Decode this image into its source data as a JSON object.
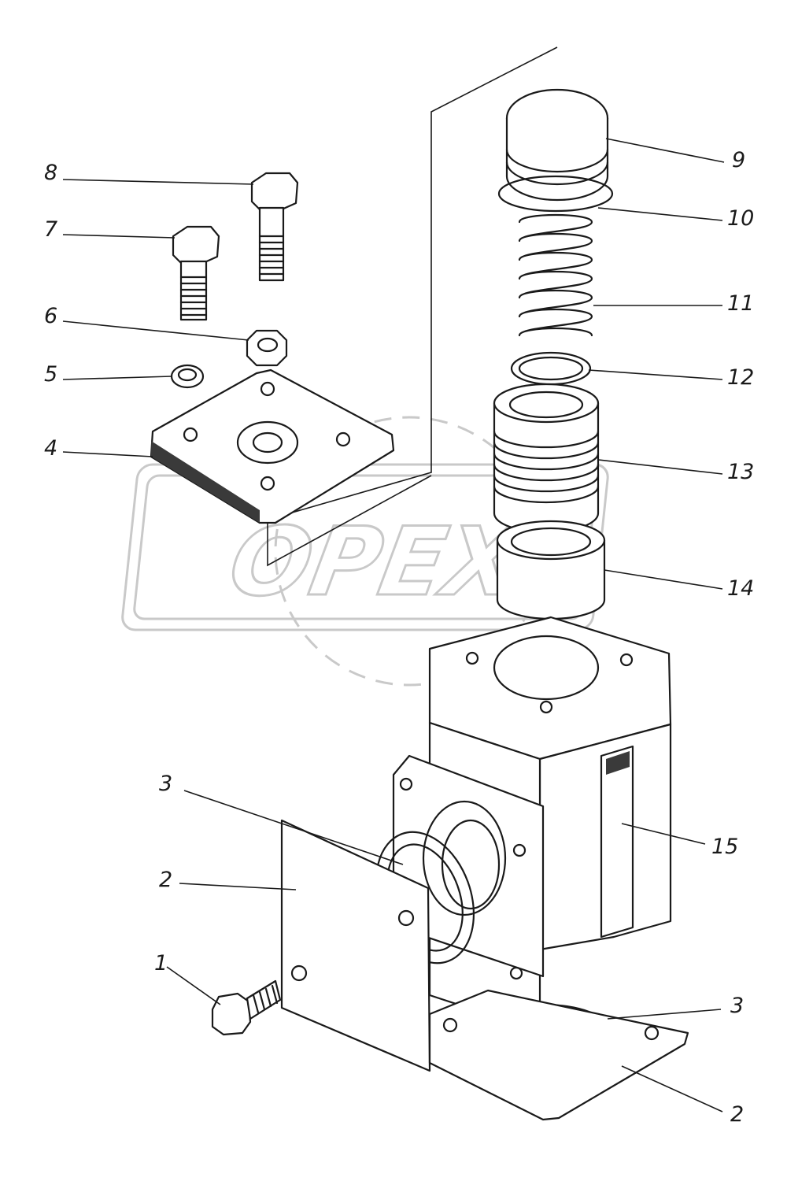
{
  "watermark": {
    "text": "OPEX"
  },
  "callouts": [
    {
      "id": "c8",
      "text": "8"
    },
    {
      "id": "c7",
      "text": "7"
    },
    {
      "id": "c6",
      "text": "6"
    },
    {
      "id": "c5",
      "text": "5"
    },
    {
      "id": "c4",
      "text": "4"
    },
    {
      "id": "c9",
      "text": "9"
    },
    {
      "id": "c10",
      "text": "10"
    },
    {
      "id": "c11",
      "text": "11"
    },
    {
      "id": "c12",
      "text": "12"
    },
    {
      "id": "c13",
      "text": "13"
    },
    {
      "id": "c14",
      "text": "14"
    },
    {
      "id": "c15",
      "text": "15"
    },
    {
      "id": "c3a",
      "text": "3"
    },
    {
      "id": "c2a",
      "text": "2"
    },
    {
      "id": "c1",
      "text": "1"
    },
    {
      "id": "c3b",
      "text": "3"
    },
    {
      "id": "c2b",
      "text": "2"
    }
  ]
}
